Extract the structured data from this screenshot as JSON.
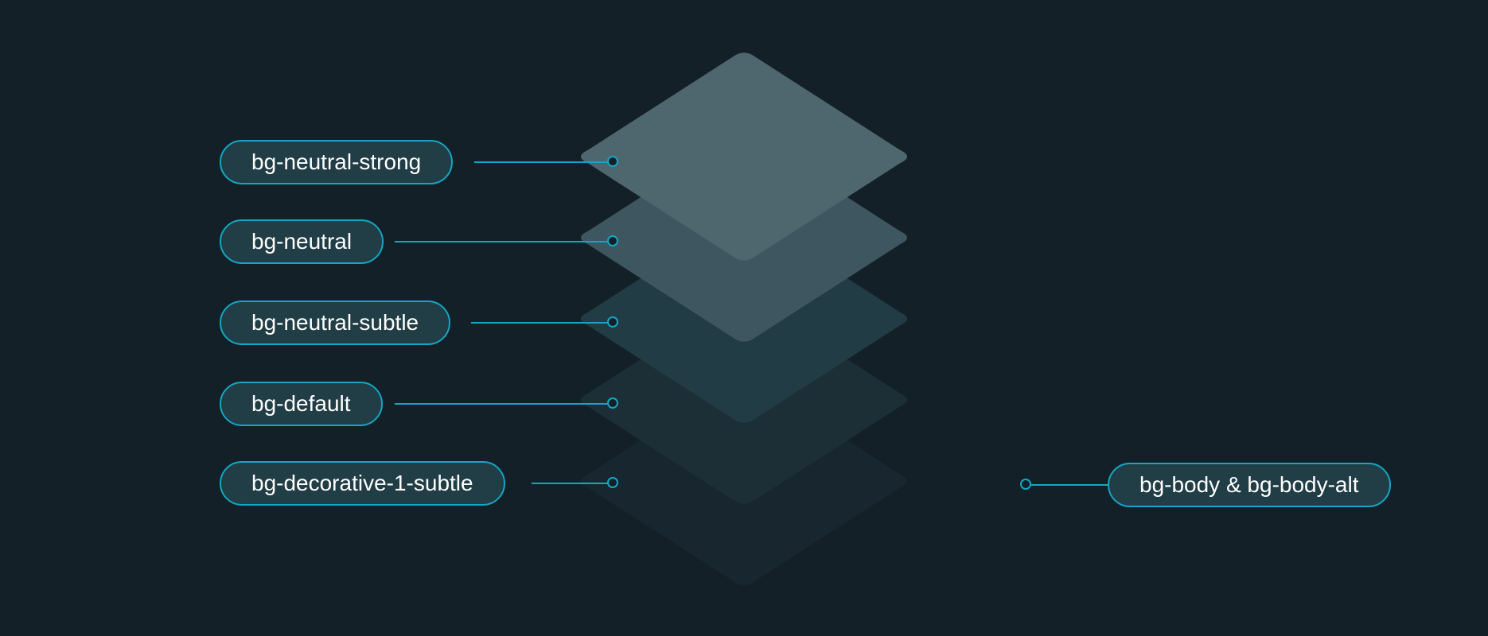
{
  "layers": [
    {
      "label": "bg-neutral-strong",
      "fill": "#4e666d"
    },
    {
      "label": "bg-neutral",
      "fill": "#3d565f"
    },
    {
      "label": "bg-neutral-subtle",
      "fill": "#213c45"
    },
    {
      "label": "bg-default",
      "fill": "#1c2f37"
    },
    {
      "label": "bg-decorative-1-subtle",
      "fill": "#18272f"
    }
  ],
  "body_label": "bg-body & bg-body-alt",
  "colors": {
    "background": "#132027",
    "accent": "#14a6c4",
    "pill_fill": "#213d46",
    "pill_text": "#ffffff"
  }
}
